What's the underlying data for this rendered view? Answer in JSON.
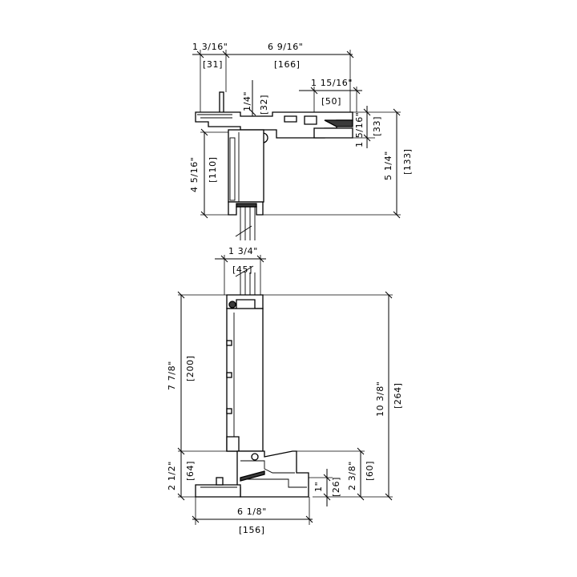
{
  "drawing": {
    "head_section": {
      "dims": {
        "flange_width_in": "1 3/16\"",
        "flange_width_mm": "[31]",
        "jamb_depth_in": "6 9/16\"",
        "jamb_depth_mm": "[166]",
        "offset_in": "1/4\"",
        "offset_mm": "[32]",
        "sill_nose_in": "1 15/16\"",
        "sill_nose_mm": "[50]",
        "lip_height_in": "1 5/16\"",
        "lip_height_mm": "[33]",
        "frame_height_in": "4 5/16\"",
        "frame_height_mm": "[110]",
        "overall_height_in": "5 1/4\"",
        "overall_height_mm": "[133]"
      }
    },
    "sill_section": {
      "dims": {
        "glass_width_in": "1 3/4\"",
        "glass_width_mm": "[45]",
        "panel_height_in": "7 7/8\"",
        "panel_height_mm": "[200]",
        "overall_height_in": "10 3/8\"",
        "overall_height_mm": "[264]",
        "base_height_in": "2 1/2\"",
        "base_height_mm": "[64]",
        "step_height_in": "1\"",
        "step_height_mm": "[26]",
        "sill_height_in": "2 3/8\"",
        "sill_height_mm": "[60]",
        "sill_width_in": "6 1/8\"",
        "sill_width_mm": "[156]"
      }
    }
  }
}
